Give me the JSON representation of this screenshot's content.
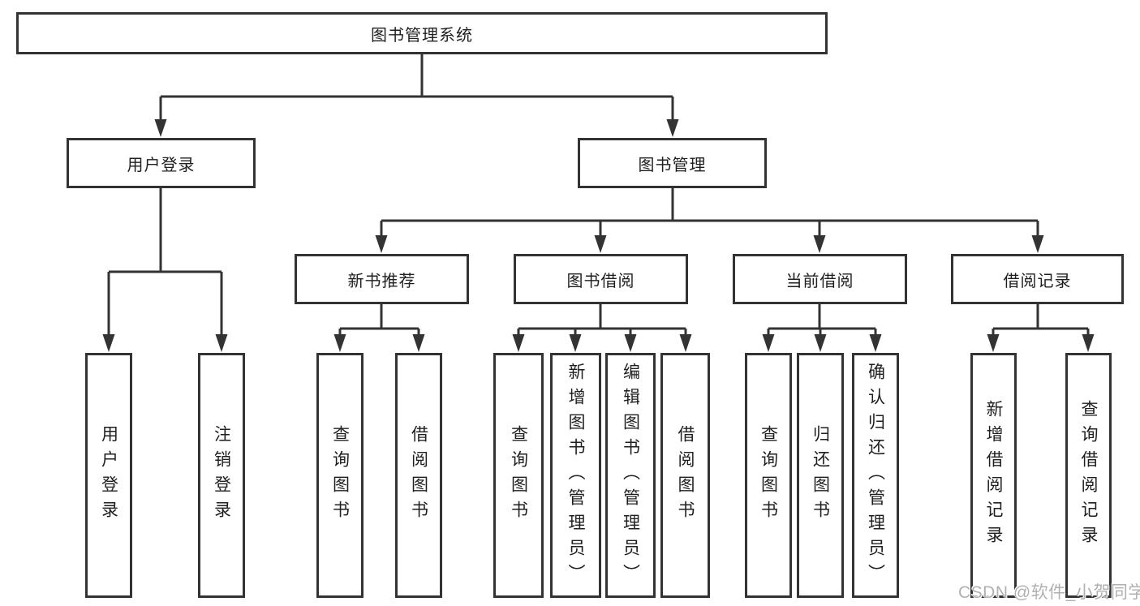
{
  "nodes": {
    "root": {
      "label": "图书管理系统"
    },
    "l2": [
      {
        "label": "用户登录"
      },
      {
        "label": "图书管理"
      }
    ],
    "l3": [
      {
        "label": "新书推荐"
      },
      {
        "label": "图书借阅"
      },
      {
        "label": "当前借阅"
      },
      {
        "label": "借阅记录"
      }
    ],
    "leaves": [
      {
        "label": "用户登录"
      },
      {
        "label": "注销登录"
      },
      {
        "label": "查询图书"
      },
      {
        "label": "借阅图书"
      },
      {
        "label": "查询图书"
      },
      {
        "label": "新增图书（管理员）"
      },
      {
        "label": "编辑图书（管理员）"
      },
      {
        "label": "借阅图书"
      },
      {
        "label": "查询图书"
      },
      {
        "label": "归还图书"
      },
      {
        "label": "确认归还（管理员）"
      },
      {
        "label": "新增借阅记录"
      },
      {
        "label": "查询借阅记录"
      }
    ]
  },
  "watermark": {
    "text": "CSDN @软件_小贺同学"
  },
  "colors": {
    "line": "#333333",
    "text": "#1f1f1f",
    "watermark": "#b0b0b0",
    "background": "#ffffff"
  }
}
